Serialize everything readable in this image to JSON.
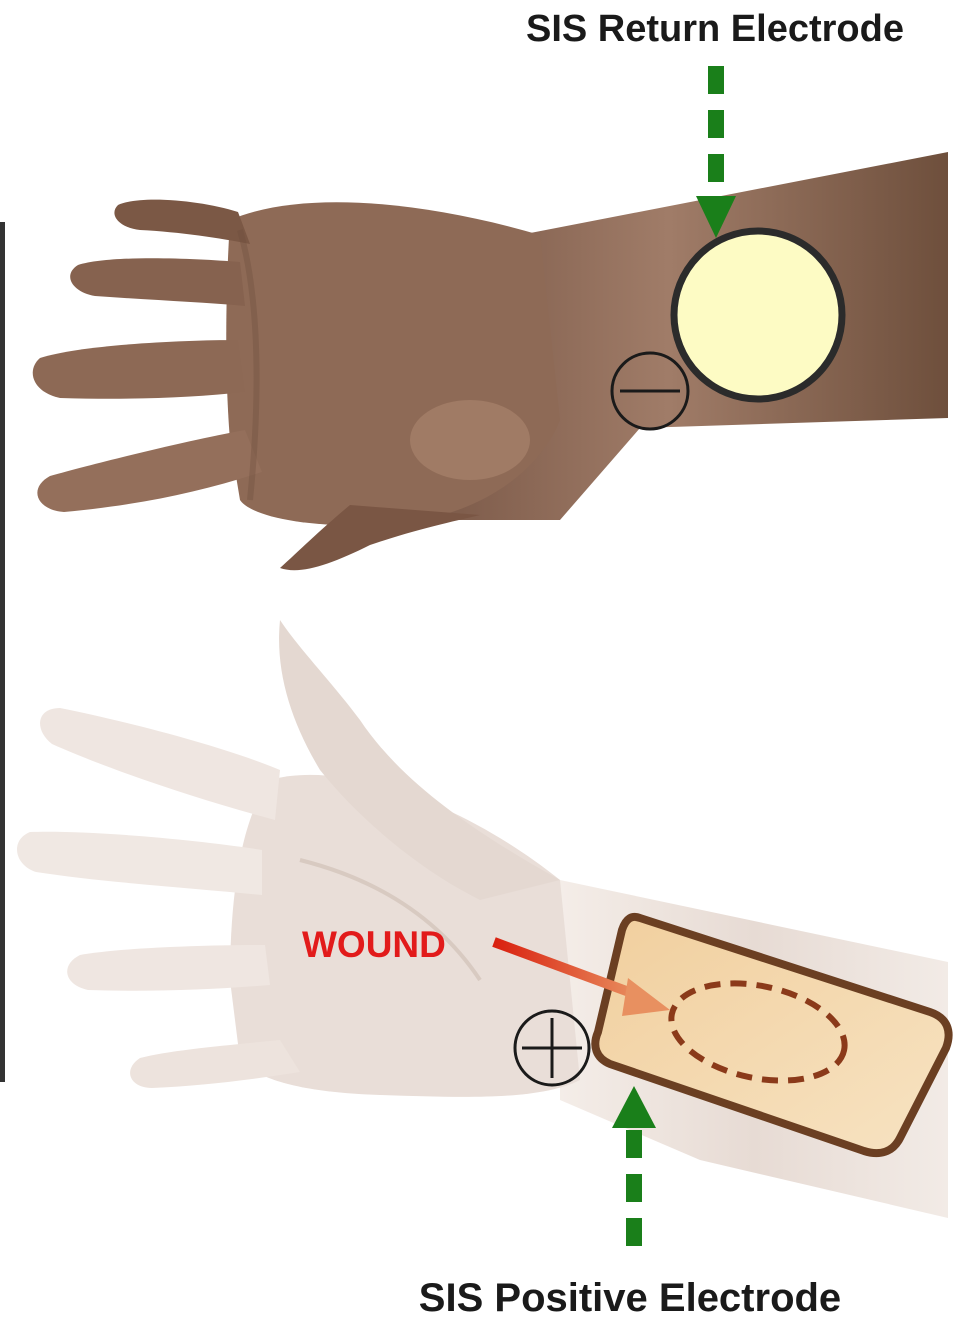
{
  "labels": {
    "return_electrode": "SIS Return Electrode",
    "positive_electrode": "SIS Positive Electrode",
    "wound": "WOUND"
  },
  "symbols": {
    "negative": "minus-sign",
    "positive": "plus-sign"
  },
  "colors": {
    "arrow_green": "#1a7f1a",
    "wound_text": "#e21b1b",
    "wound_arrow_start": "#d9200f",
    "wound_arrow_end": "#e89060",
    "return_electrode_fill": "#fdfbc4",
    "positive_pad_fill": "#efc993",
    "pad_border": "#6b3f22",
    "wound_outline": "#8b3a1a",
    "dark_skin": "#8a6450",
    "light_skin": "#ece2dc"
  }
}
